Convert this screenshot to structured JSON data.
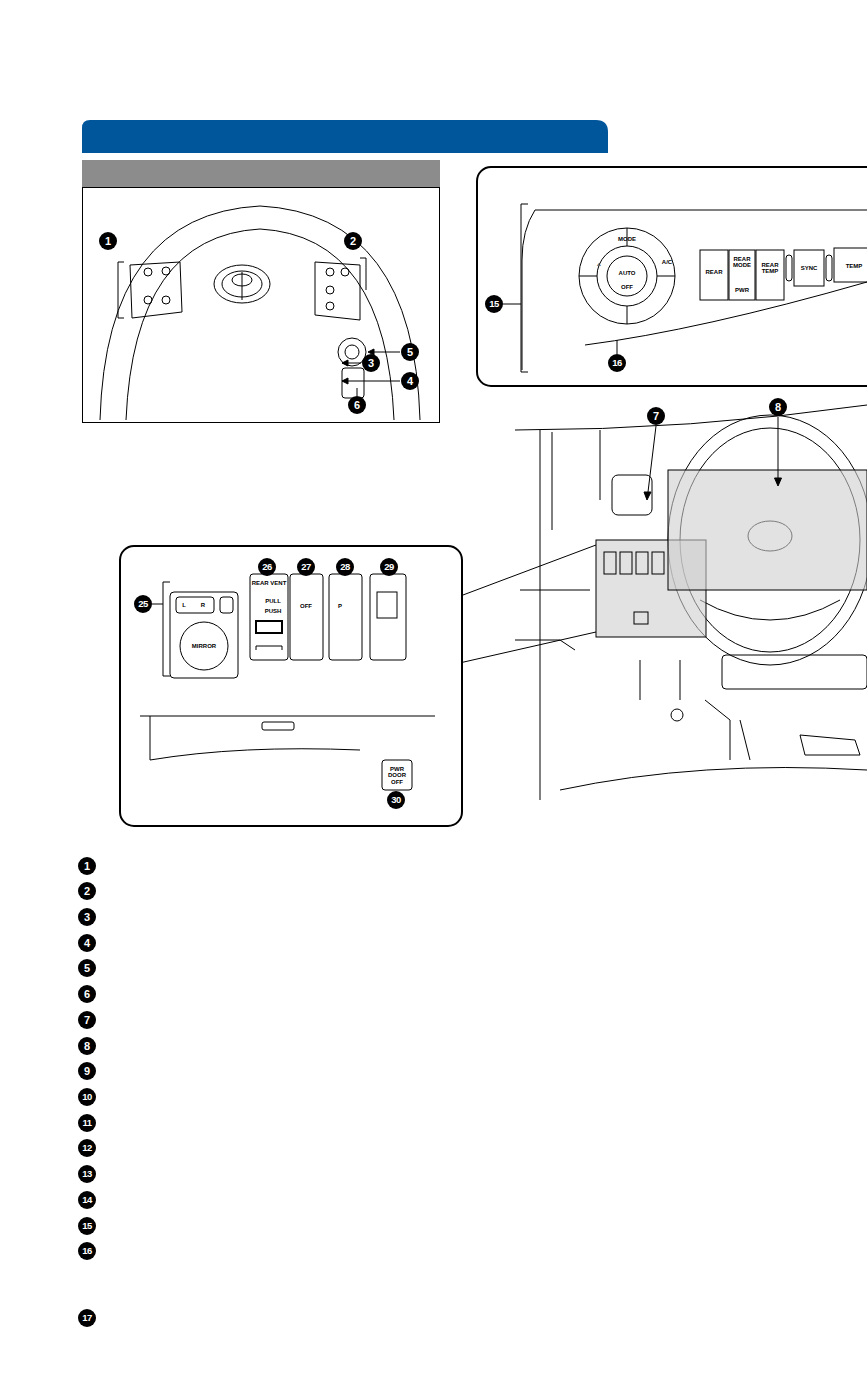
{
  "diagram": {
    "labels": [
      "1",
      "2",
      "3",
      "4",
      "5",
      "6",
      "15",
      "16",
      "MODE",
      "AUTO",
      "OFF",
      "A/C",
      "REAR",
      "REAR MODE",
      "PWR",
      "REAR TEMP",
      "SYNC",
      "TEMP",
      "7",
      "8",
      "25",
      "26",
      "27",
      "28",
      "29",
      "L",
      "R",
      "MIRROR",
      "REAR VENT",
      "PULL",
      "PUSH",
      "OFF",
      "P",
      "30",
      "PWR DOOR OFF",
      "1",
      "2",
      "3",
      "4",
      "5",
      "6",
      "7",
      "8",
      "9",
      "10",
      "11",
      "12",
      "13",
      "14",
      "15",
      "16",
      "17"
    ]
  }
}
